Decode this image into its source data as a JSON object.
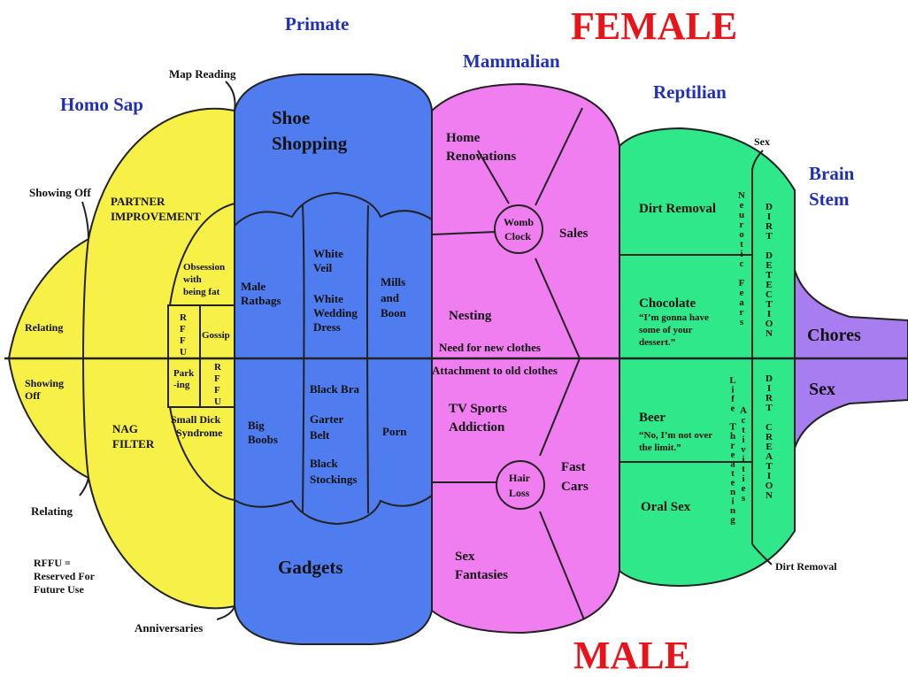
{
  "headings": {
    "female": "FEMALE",
    "male": "MALE",
    "homo_sap": "Homo Sap",
    "primate": "Primate",
    "mammalian": "Mammalian",
    "reptilian": "Reptilian",
    "brain_stem_1": "Brain",
    "brain_stem_2": "Stem"
  },
  "callouts": {
    "map_reading": "Map Reading",
    "showing_off_top": "Showing Off",
    "relating_bottom": "Relating",
    "anniversaries": "Anniversaries",
    "sex_top": "Sex",
    "dirt_removal_bottom": "Dirt  Removal",
    "rffu_1": "RFFU =",
    "rffu_2": "Reserved For",
    "rffu_3": "Future Use"
  },
  "homo_sap": {
    "relating": "Relating",
    "showing_off_1": "Showing",
    "showing_off_2": "Off",
    "partner_1": "PARTNER",
    "partner_2": "IMPROVEMENT",
    "obsession_1": "Obsession",
    "obsession_2": "with",
    "obsession_3": "being fat",
    "rffu_top_1": "R",
    "rffu_top_2": "F",
    "rffu_top_3": "F",
    "rffu_top_4": "U",
    "gossip": "Gossip",
    "parking_1": "Park",
    "parking_2": "-ing",
    "rffu_bot_1": "R",
    "rffu_bot_2": "F",
    "rffu_bot_3": "F",
    "rffu_bot_4": "U",
    "small_dick_1": "Small Dick",
    "small_dick_2": "Syndrome",
    "nag_1": "NAG",
    "nag_2": "FILTER"
  },
  "primate": {
    "shoe_1": "Shoe",
    "shoe_2": "Shopping",
    "male_ratbags_1": "Male",
    "male_ratbags_2": "Ratbags",
    "white_veil_1": "White",
    "white_veil_2": "Veil",
    "white_wedding_1": "White",
    "white_wedding_2": "Wedding",
    "white_wedding_3": "Dress",
    "mills_1": "Mills",
    "mills_2": "and",
    "mills_3": "Boon",
    "big_boobs_1": "Big",
    "big_boobs_2": "Boobs",
    "black_bra": "Black Bra",
    "garter_1": "Garter",
    "garter_2": "Belt",
    "stockings_1": "Black",
    "stockings_2": "Stockings",
    "porn": "Porn",
    "gadgets": "Gadgets"
  },
  "mammalian": {
    "home_reno_1": "Home",
    "home_reno_2": "Renovations",
    "womb_1": "Womb",
    "womb_2": "Clock",
    "sales": "Sales",
    "nesting": "Nesting",
    "need_clothes": "Need for new clothes",
    "attach_clothes": "Attachment to old clothes",
    "tv_1": "TV  Sports",
    "tv_2": "Addiction",
    "hair_1": "Hair",
    "hair_2": "Loss",
    "fast_1": "Fast",
    "fast_2": "Cars",
    "sex_fant_1": "Sex",
    "sex_fant_2": "Fantasies"
  },
  "reptilian": {
    "dirt_removal": "Dirt  Removal",
    "neurotic_fears": "Neurotic Fears",
    "dirt_detection": "DIRT DETECTION",
    "chocolate": "Chocolate",
    "choc_quote_1": "“I’m gonna have",
    "choc_quote_2": "some of your",
    "choc_quote_3": "dessert.”",
    "beer": "Beer",
    "beer_quote_1": "“No, I’m not over",
    "beer_quote_2": "the limit.”",
    "life_threat": "Life Threatening",
    "activities": "Activities",
    "oral_sex": "Oral  Sex",
    "dirt_creation": "DIRT CREATION"
  },
  "stem": {
    "chores": "Chores",
    "sex": "Sex"
  },
  "colors": {
    "homo_sap": "#f7f046",
    "primate": "#4f7df0",
    "mammalian": "#f07ef0",
    "reptilian": "#2fe88a",
    "stem": "#a77df0",
    "heading_blue": "#1f2fb8",
    "heading_red": "#e8141a"
  }
}
